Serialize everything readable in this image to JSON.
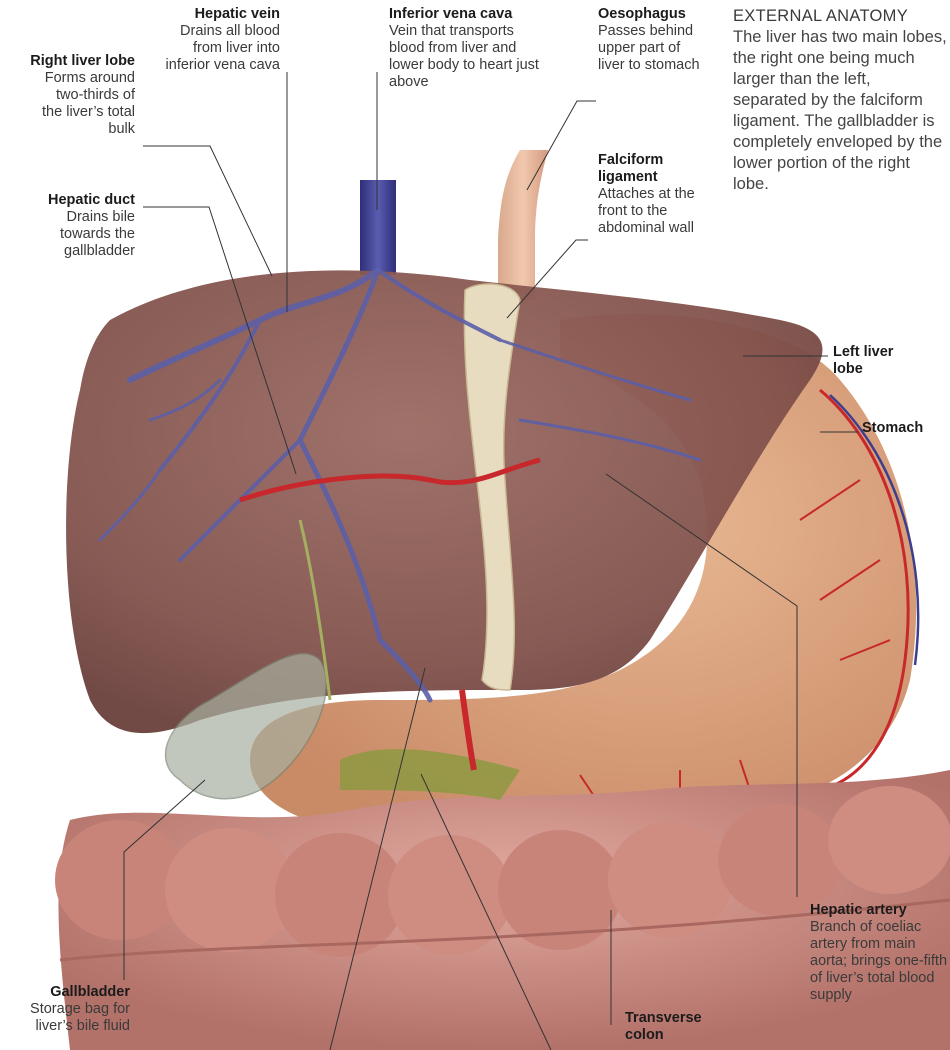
{
  "labels": {
    "hepatic_vein": {
      "title": "Hepatic vein",
      "desc": "Drains all blood from liver into inferior vena cava"
    },
    "ivc": {
      "title": "Inferior vena cava",
      "desc": "Vein that transports blood from liver and lower body to heart just above"
    },
    "oesophagus": {
      "title": "Oesophagus",
      "desc": "Passes behind upper part of liver to stomach"
    },
    "right_lobe": {
      "title": "Right liver lobe",
      "desc": "Forms around two-thirds of the liver’s total bulk"
    },
    "hepatic_duct": {
      "title": "Hepatic duct",
      "desc": "Drains bile towards the gallbladder"
    },
    "falciform": {
      "title": "Falciform ligament",
      "desc": "Attaches at the front to the abdominal wall"
    },
    "left_lobe": {
      "title": "Left liver lobe"
    },
    "stomach": {
      "title": "Stomach"
    },
    "hepatic_artery": {
      "title": "Hepatic artery",
      "desc": "Branch of coeliac artery from main aorta; brings one-fifth of liver’s total blood supply"
    },
    "gallbladder": {
      "title": "Gallbladder",
      "desc": "Storage bag for liver’s bile fluid"
    },
    "transverse_colon": {
      "title": "Transverse colon"
    }
  },
  "external_anatomy": {
    "heading": "EXTERNAL ANATOMY",
    "body": "The liver has two main lobes, the right one being much larger than the left, separated by the falciform ligament. The gallbladder is completely enveloped by the lower portion of the right lobe."
  },
  "colors": {
    "liver": "#8a5a55",
    "liver_dark": "#6e4440",
    "vein": "#3d3f8e",
    "artery": "#c8282b",
    "stomach": "#d9a27e",
    "colon": "#c98a80",
    "ligament": "#e8dcc0"
  }
}
